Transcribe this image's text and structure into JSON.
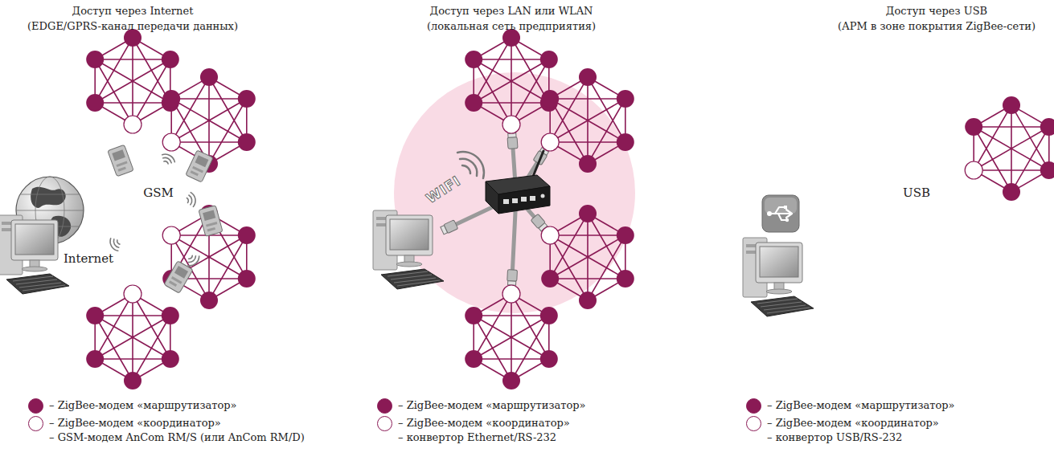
{
  "diagram": {
    "nodes": [
      {
        "text": [
          "GSM"
        ]
      },
      {
        "text": [
          "USB"
        ]
      }
    ],
    "labels": [
      "Доступ через Internet",
      "(EDGE/GPRS-канал передачи данных)",
      "Доступ через LAN или WLAN",
      "(локальная сеть предприятия)",
      "Доступ через USB",
      "(АРМ в зоне покрытия ZigBee-сети)",
      "Internet",
      "WIFI"
    ],
    "legend": [
      {
        "text": "– ZigBee-модем «маршрутизатор»",
        "color": "#8a1a55"
      },
      {
        "text": "– ZigBee-модем «координатор»",
        "color": "#ffffff"
      },
      {
        "text": "– GSM-модем AnCom RM/S (или AnCom RM/D)"
      },
      {
        "text": "– ZigBee-модем «маршрутизатор»",
        "color": "#8a1a55"
      },
      {
        "text": "– ZigBee-модем «координатор»",
        "color": "#ffffff"
      },
      {
        "text": "– конвертор Ethernet/RS-232"
      },
      {
        "text": "– ZigBee-модем «маршрутизатор»",
        "color": "#8a1a55"
      },
      {
        "text": "– ZigBee-модем «координатор»",
        "color": "#ffffff"
      },
      {
        "text": "– конвертор USB/RS-232"
      }
    ]
  }
}
